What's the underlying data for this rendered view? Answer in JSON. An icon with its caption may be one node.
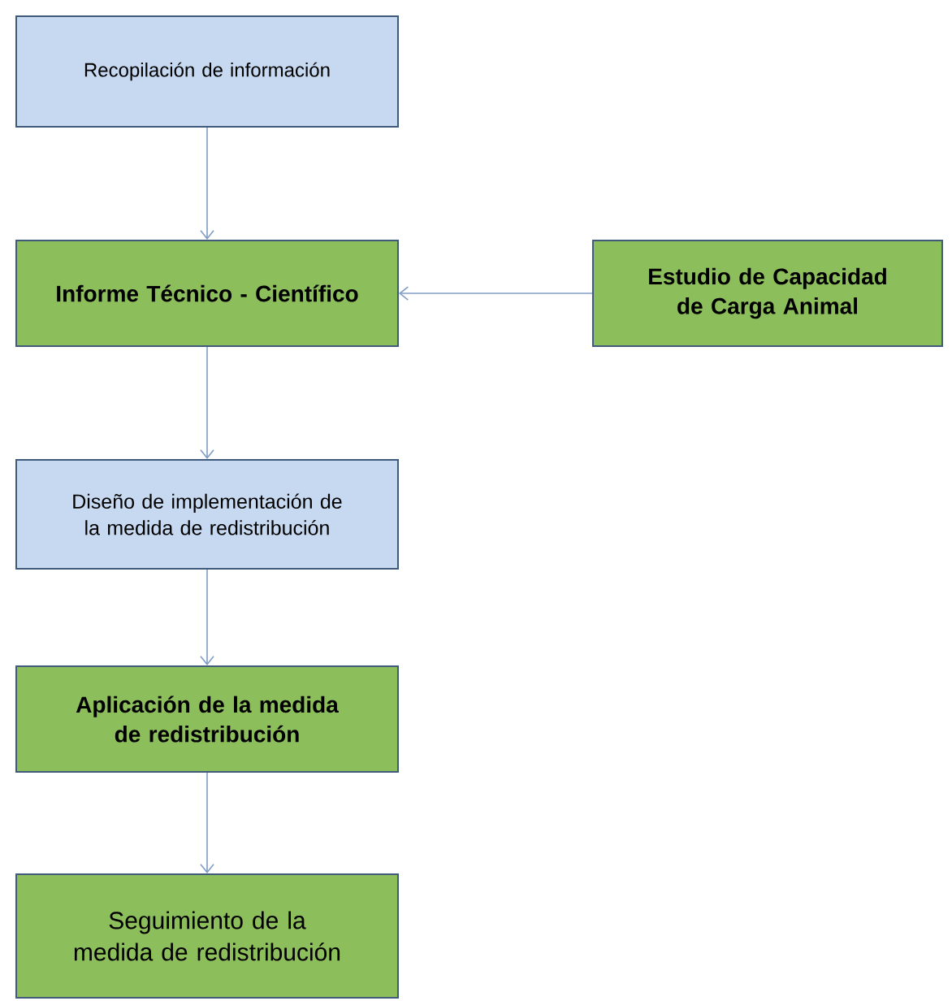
{
  "diagram": {
    "nodes": [
      {
        "text": [
          "Recopilación de información"
        ]
      },
      {
        "text": [
          "Informe Técnico - Científico"
        ]
      },
      {
        "text": [
          "Estudio de Capacidad de Carga Animal"
        ]
      },
      {
        "text": [
          "Diseño de implementación de la medida de redistribución"
        ]
      },
      {
        "text": [
          "Aplicación de la medida de redistribución"
        ]
      },
      {
        "text": [
          "Seguimiento de la medida de redistribución"
        ]
      }
    ],
    "edges": [
      {
        "from": 0,
        "to": 1,
        "arrow": "to"
      },
      {
        "from": 2,
        "to": 1,
        "arrow": "to"
      },
      {
        "from": 1,
        "to": 3,
        "arrow": "to"
      },
      {
        "from": 3,
        "to": 4,
        "arrow": "to"
      },
      {
        "from": 4,
        "to": 5,
        "arrow": "to"
      }
    ]
  }
}
